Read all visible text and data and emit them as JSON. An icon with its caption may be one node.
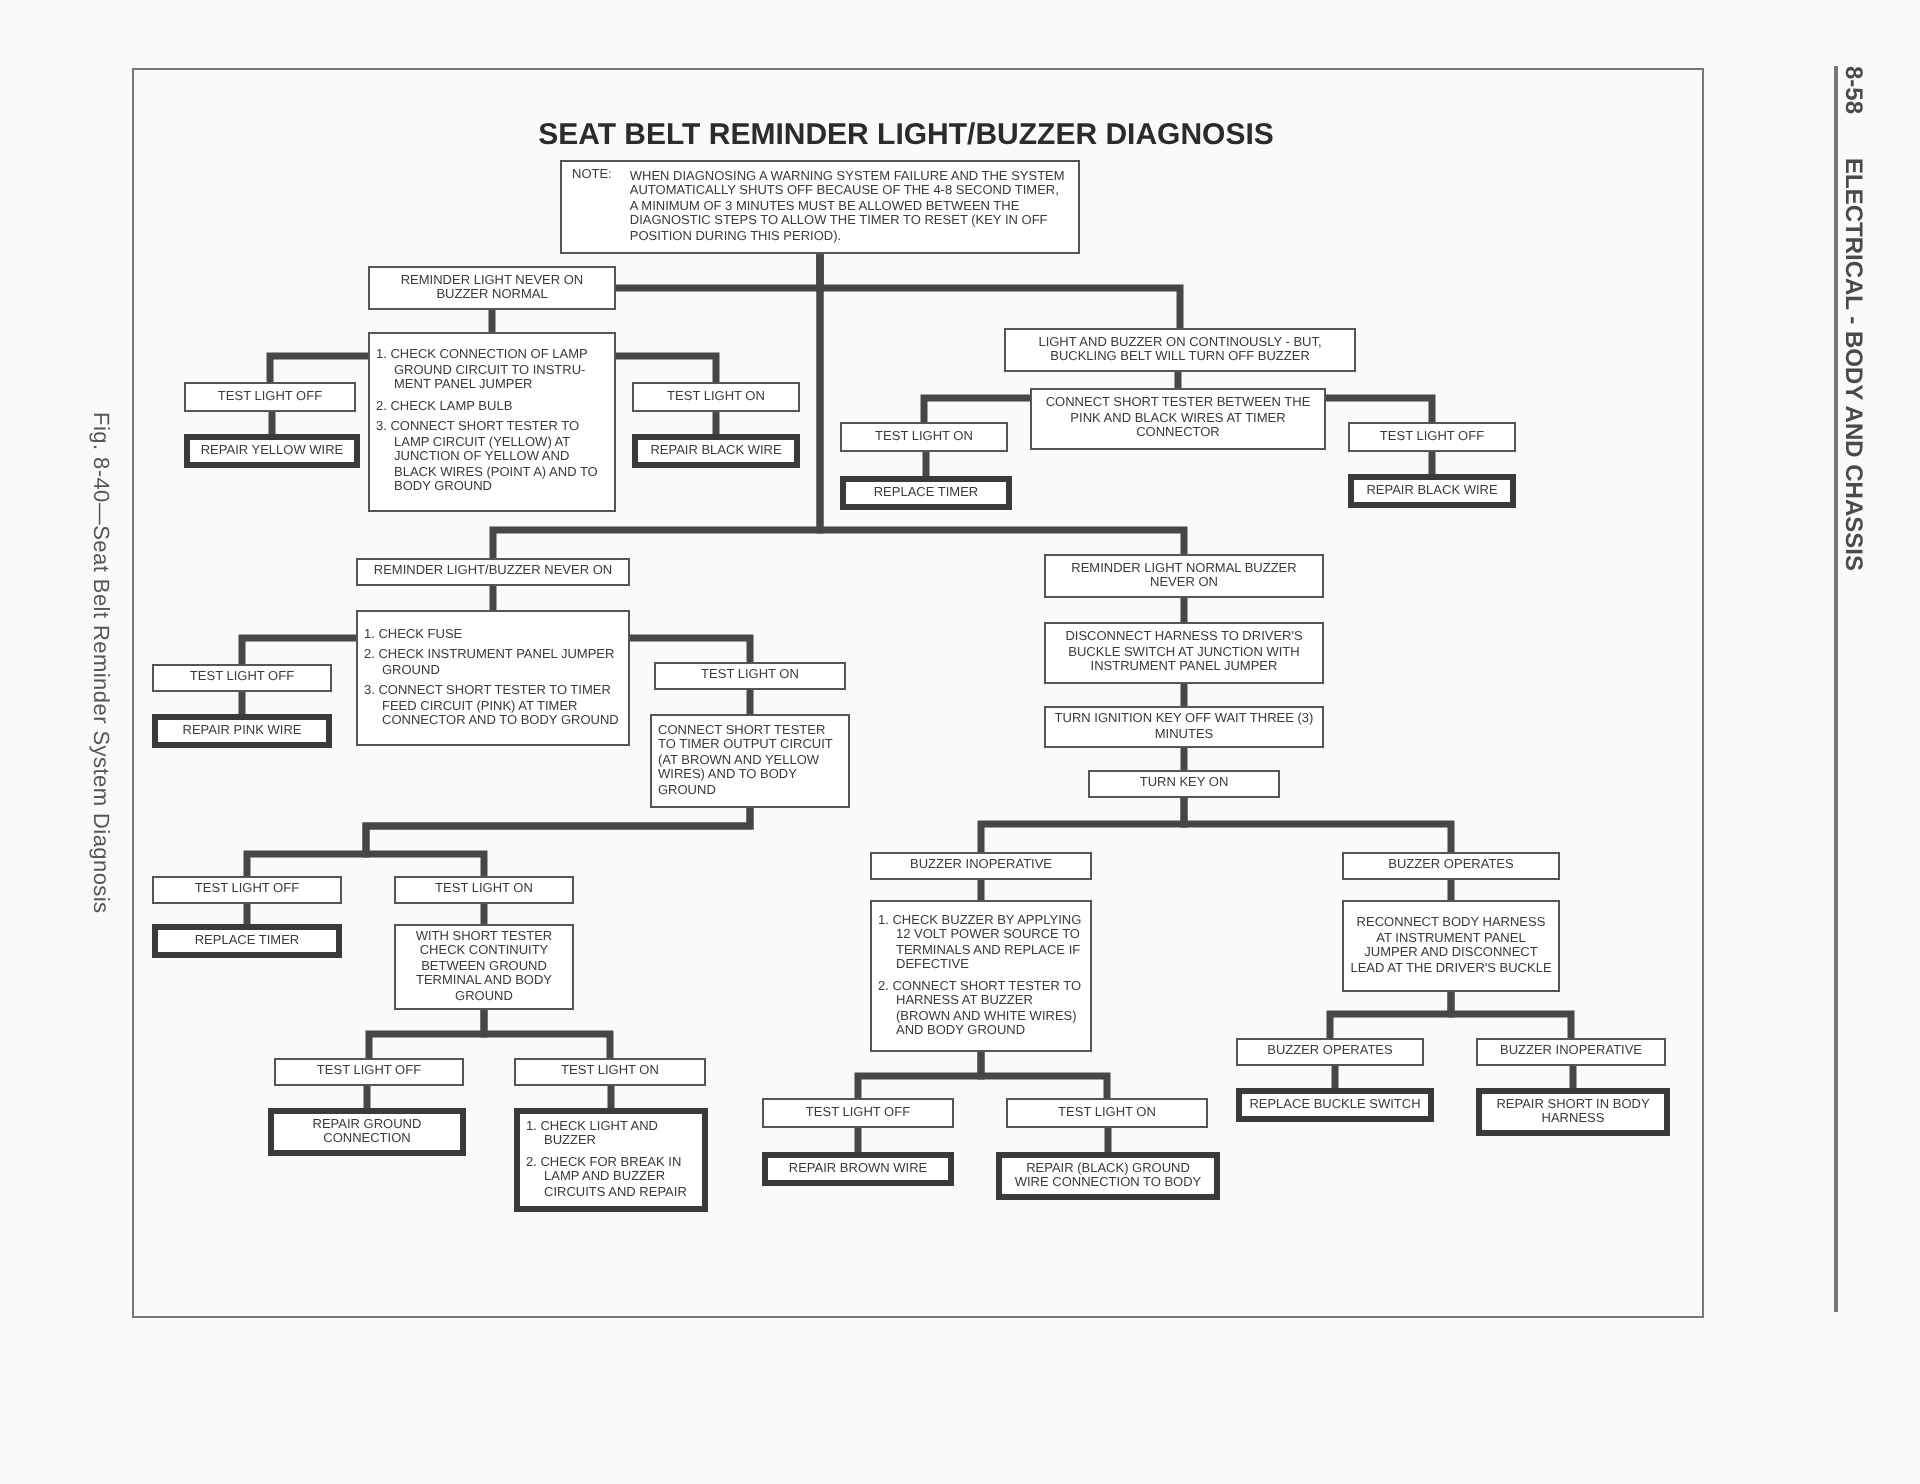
{
  "diagram": {
    "title": "SEAT BELT REMINDER LIGHT/BUZZER DIAGNOSIS",
    "caption": "Fig. 8-40—Seat Belt Reminder System Diagnosis",
    "nodes": [
      {
        "text": [
          "NOTE:",
          "WHEN DIAGNOSING A WARNING SYSTEM FAILURE AND THE SYSTEM AUTOMATICALLY SHUTS OFF BECAUSE OF THE 4-8 SECOND TIMER, A MINIMUM OF 3 MINUTES MUST BE ALLOWED BETWEEN THE DIAGNOSTIC STEPS TO ALLOW THE TIMER TO RESET (KEY IN OFF POSITION DURING THIS PERIOD)."
        ]
      },
      {
        "text": [
          "REMINDER LIGHT NEVER ON BUZZER NORMAL"
        ]
      },
      {
        "text": [
          "1. CHECK CONNECTION OF LAMP GROUND CIRCUIT TO INSTRU-MENT PANEL JUMPER",
          "2. CHECK LAMP BULB",
          "3. CONNECT SHORT TESTER TO LAMP CIRCUIT (YELLOW) AT JUNCTION OF YELLOW AND BLACK WIRES (POINT A) AND TO BODY GROUND"
        ]
      },
      {
        "text": [
          "TEST LIGHT OFF"
        ]
      },
      {
        "text": [
          "REPAIR YELLOW WIRE"
        ]
      },
      {
        "text": [
          "TEST LIGHT ON"
        ]
      },
      {
        "text": [
          "REPAIR BLACK WIRE"
        ]
      },
      {
        "text": [
          "LIGHT AND BUZZER ON CONTINOUSLY - BUT, BUCKLING BELT WILL TURN OFF BUZZER"
        ]
      },
      {
        "text": [
          "CONNECT SHORT TESTER BETWEEN THE PINK AND BLACK WIRES AT TIMER CONNECTOR"
        ]
      },
      {
        "text": [
          "TEST LIGHT ON"
        ]
      },
      {
        "text": [
          "REPLACE TIMER"
        ]
      },
      {
        "text": [
          "TEST LIGHT OFF"
        ]
      },
      {
        "text": [
          "REPAIR BLACK WIRE"
        ]
      },
      {
        "text": [
          "REMINDER LIGHT/BUZZER NEVER ON"
        ]
      },
      {
        "text": [
          "1. CHECK FUSE",
          "2. CHECK INSTRUMENT PANEL JUMPER GROUND",
          "3. CONNECT SHORT TESTER TO TIMER FEED CIRCUIT (PINK) AT TIMER CONNECTOR AND TO BODY GROUND"
        ]
      },
      {
        "text": [
          "TEST LIGHT OFF"
        ]
      },
      {
        "text": [
          "REPAIR PINK WIRE"
        ]
      },
      {
        "text": [
          "TEST LIGHT ON"
        ]
      },
      {
        "text": [
          "CONNECT SHORT TESTER TO TIMER OUTPUT CIRCUIT (AT BROWN AND YELLOW WIRES) AND TO BODY GROUND"
        ]
      },
      {
        "text": [
          "TEST LIGHT OFF"
        ]
      },
      {
        "text": [
          "TEST LIGHT ON"
        ]
      },
      {
        "text": [
          "REPLACE TIMER"
        ]
      },
      {
        "text": [
          "WITH SHORT TESTER CHECK CONTINUITY BETWEEN GROUND TERMINAL AND BODY GROUND"
        ]
      },
      {
        "text": [
          "TEST LIGHT OFF"
        ]
      },
      {
        "text": [
          "TEST LIGHT ON"
        ]
      },
      {
        "text": [
          "REPAIR GROUND CONNECTION"
        ]
      },
      {
        "text": [
          "1. CHECK LIGHT AND BUZZER",
          "2. CHECK FOR BREAK IN LAMP AND BUZZER CIRCUITS AND REPAIR"
        ]
      },
      {
        "text": [
          "REMINDER LIGHT NORMAL BUZZER NEVER ON"
        ]
      },
      {
        "text": [
          "DISCONNECT HARNESS TO DRIVER'S BUCKLE SWITCH AT JUNCTION WITH INSTRUMENT PANEL JUMPER"
        ]
      },
      {
        "text": [
          "TURN IGNITION KEY OFF WAIT THREE (3) MINUTES"
        ]
      },
      {
        "text": [
          "TURN KEY ON"
        ]
      },
      {
        "text": [
          "BUZZER INOPERATIVE"
        ]
      },
      {
        "text": [
          "1. CHECK BUZZER BY APPLYING 12 VOLT POWER SOURCE TO TERMINALS AND REPLACE IF DEFECTIVE",
          "2. CONNECT SHORT TESTER TO HARNESS AT BUZZER (BROWN AND WHITE WIRES) AND BODY GROUND"
        ]
      },
      {
        "text": [
          "TEST LIGHT OFF"
        ]
      },
      {
        "text": [
          "TEST LIGHT ON"
        ]
      },
      {
        "text": [
          "REPAIR BROWN WIRE"
        ]
      },
      {
        "text": [
          "REPAIR (BLACK) GROUND WIRE CONNECTION TO BODY"
        ]
      },
      {
        "text": [
          "BUZZER OPERATES"
        ]
      },
      {
        "text": [
          "RECONNECT BODY HARNESS AT INSTRUMENT PANEL JUMPER AND DISCONNECT LEAD AT THE DRIVER'S BUCKLE"
        ]
      },
      {
        "text": [
          "BUZZER OPERATES"
        ]
      },
      {
        "text": [
          "BUZZER INOPERATIVE"
        ]
      },
      {
        "text": [
          "REPLACE BUCKLE SWITCH"
        ]
      },
      {
        "text": [
          "REPAIR SHORT IN BODY HARNESS"
        ]
      }
    ],
    "edges": [
      {
        "from": 0,
        "to": 1,
        "arrow": "none"
      },
      {
        "from": 0,
        "to": 7,
        "arrow": "none"
      },
      {
        "from": 0,
        "to": 13,
        "arrow": "none"
      },
      {
        "from": 0,
        "to": 27,
        "arrow": "none"
      },
      {
        "from": 1,
        "to": 2,
        "arrow": "none"
      },
      {
        "from": 2,
        "to": 3,
        "arrow": "none"
      },
      {
        "from": 2,
        "to": 5,
        "arrow": "none"
      },
      {
        "from": 3,
        "to": 4,
        "arrow": "none"
      },
      {
        "from": 5,
        "to": 6,
        "arrow": "none"
      },
      {
        "from": 7,
        "to": 8,
        "arrow": "none"
      },
      {
        "from": 8,
        "to": 9,
        "arrow": "none"
      },
      {
        "from": 8,
        "to": 11,
        "arrow": "none"
      },
      {
        "from": 9,
        "to": 10,
        "arrow": "none"
      },
      {
        "from": 11,
        "to": 12,
        "arrow": "none"
      },
      {
        "from": 13,
        "to": 14,
        "arrow": "none"
      },
      {
        "from": 14,
        "to": 15,
        "arrow": "none"
      },
      {
        "from": 14,
        "to": 17,
        "arrow": "none"
      },
      {
        "from": 15,
        "to": 16,
        "arrow": "none"
      },
      {
        "from": 17,
        "to": 18,
        "arrow": "none"
      },
      {
        "from": 18,
        "to": 19,
        "arrow": "none"
      },
      {
        "from": 18,
        "to": 20,
        "arrow": "none"
      },
      {
        "from": 19,
        "to": 21,
        "arrow": "none"
      },
      {
        "from": 20,
        "to": 22,
        "arrow": "none"
      },
      {
        "from": 22,
        "to": 23,
        "arrow": "none"
      },
      {
        "from": 22,
        "to": 24,
        "arrow": "none"
      },
      {
        "from": 23,
        "to": 25,
        "arrow": "none"
      },
      {
        "from": 24,
        "to": 26,
        "arrow": "none"
      },
      {
        "from": 27,
        "to": 28,
        "arrow": "none"
      },
      {
        "from": 28,
        "to": 29,
        "arrow": "none"
      },
      {
        "from": 29,
        "to": 30,
        "arrow": "none"
      },
      {
        "from": 30,
        "to": 31,
        "arrow": "none"
      },
      {
        "from": 30,
        "to": 37,
        "arrow": "none"
      },
      {
        "from": 31,
        "to": 32,
        "arrow": "none"
      },
      {
        "from": 32,
        "to": 33,
        "arrow": "none"
      },
      {
        "from": 32,
        "to": 34,
        "arrow": "none"
      },
      {
        "from": 33,
        "to": 35,
        "arrow": "none"
      },
      {
        "from": 34,
        "to": 36,
        "arrow": "none"
      },
      {
        "from": 37,
        "to": 38,
        "arrow": "none"
      },
      {
        "from": 38,
        "to": 39,
        "arrow": "none"
      },
      {
        "from": 38,
        "to": 40,
        "arrow": "none"
      },
      {
        "from": 39,
        "to": 41,
        "arrow": "none"
      },
      {
        "from": 40,
        "to": 42,
        "arrow": "none"
      }
    ],
    "labels": [
      "8-58",
      "ELECTRICAL - BODY AND CHASSIS"
    ]
  }
}
